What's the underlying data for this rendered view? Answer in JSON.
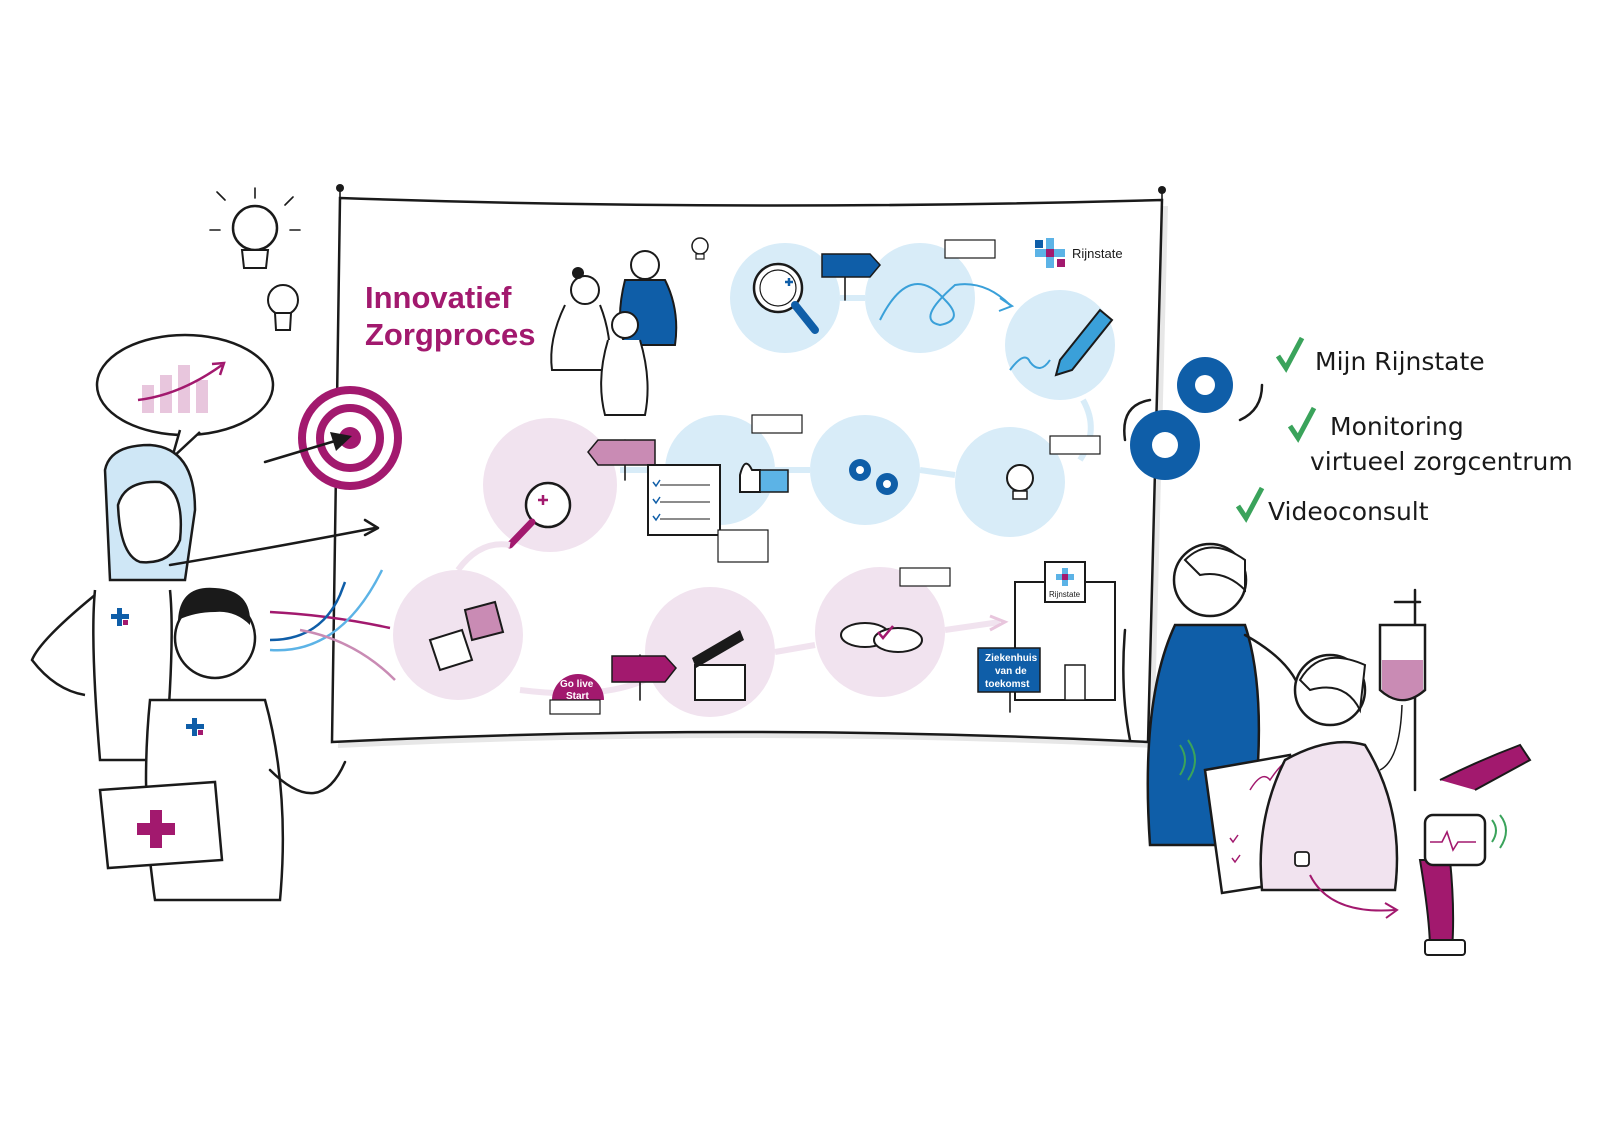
{
  "poster": {
    "title_line1": "Innovatief",
    "title_line2": "Zorgproces",
    "brand": "Rijnstate",
    "golive_line1": "Go live",
    "golive_line2": "Start",
    "future_sign_line1": "Ziekenhuis",
    "future_sign_line2": "van de",
    "future_sign_line3": "toekomst",
    "building_label": "Rijnstate"
  },
  "checklist": [
    {
      "label": "Mijn Rijnstate"
    },
    {
      "label": "Monitoring"
    },
    {
      "label": "virtueel zorgcentrum"
    },
    {
      "label": "Videoconsult"
    }
  ],
  "colors": {
    "magenta": "#a2196e",
    "blue": "#0f5ea8",
    "light_blue": "#d8ecf8",
    "light_pink": "#f1e3ef",
    "green": "#3aa35b"
  },
  "icons": [
    "lightbulb-icon",
    "target-icon",
    "magnifier-icon",
    "signpost-icon",
    "pencil-icon",
    "gears-icon",
    "puzzle-icon",
    "clapperboard-icon",
    "chat-icon",
    "hospital-building-icon",
    "smartwatch-icon",
    "iv-bag-icon",
    "checkmark-icon"
  ]
}
